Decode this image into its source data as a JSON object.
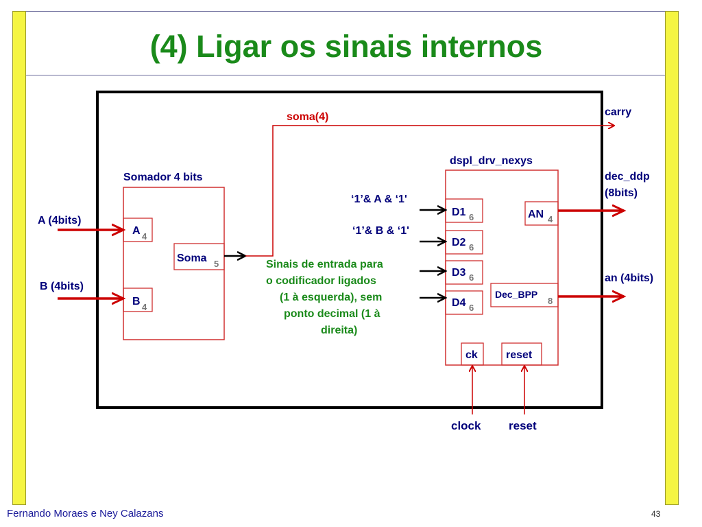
{
  "title": "(4) Ligar os sinais internos",
  "footer": {
    "author": "Fernando Moraes e Ney Calazans",
    "page": "43"
  },
  "colors": {
    "title": "#1a8a1a",
    "wire": "#cc0000",
    "block": "#d03030",
    "label": "#00007a",
    "note": "#1a8a1a",
    "arrow": "#000000",
    "sidebar": "#f5f542"
  },
  "diagram": {
    "inputs": {
      "a": "A (4bits)",
      "b": "B (4bits)"
    },
    "somador": {
      "title": "Somador 4 bits",
      "port_a": "A",
      "sub_a": "4",
      "port_b": "B",
      "sub_b": "4",
      "port_soma": "Soma",
      "sub_soma": "5"
    },
    "soma_signal": "soma(4)",
    "carry": "carry",
    "dspl": {
      "title": "dspl_drv_nexys",
      "d1": "D1",
      "d2": "D2",
      "d3": "D3",
      "d4": "D4",
      "sub_d": "6",
      "an": "AN",
      "sub_an": "4",
      "dec": "Dec_BPP",
      "sub_dec": "8",
      "ck": "ck",
      "reset": "reset"
    },
    "input_d1": "‘1’& A & ‘1'",
    "input_d2": "‘1’& B & ‘1'",
    "note": [
      "Sinais de entrada para",
      "o codificador ligados",
      "(1 à esquerda), sem",
      "ponto decimal (1 à",
      "direita)"
    ],
    "outputs": {
      "dec_ddp_1": "dec_ddp",
      "dec_ddp_2": "(8bits)",
      "an": "an (4bits)"
    },
    "clock": "clock",
    "reset_in": "reset"
  }
}
